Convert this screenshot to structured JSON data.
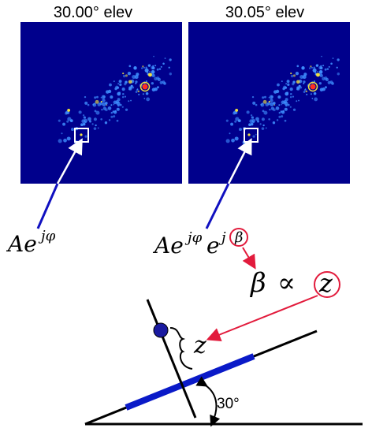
{
  "panels": {
    "left_title": "30.00° elev",
    "right_title": "30.05° elev"
  },
  "equations": {
    "left_phasor": "Ae",
    "left_phasor_exp": "jφ",
    "right_phasor": "Ae",
    "right_phasor_exp1": "jφ",
    "right_phasor_e2": "e",
    "right_phasor_j": "j",
    "beta_symbol": "β",
    "proportional": "∝",
    "z_symbol": "z"
  },
  "geometry_labels": {
    "height_label": "z",
    "angle_label": "30°"
  },
  "colors": {
    "sar_background": "#00008c",
    "sar_speckle": "#3f8fff",
    "sar_bright": "#f0e040",
    "sar_hot": "#ff3020",
    "arrow_blue": "#1010c0",
    "annotation_red": "#e21b3c",
    "baseline_blue": "#0a1ac8",
    "target_dot": "#1a1aa0"
  }
}
